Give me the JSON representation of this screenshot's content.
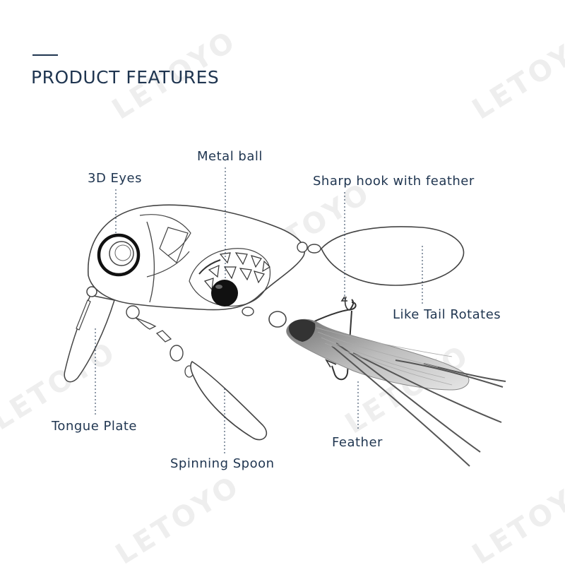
{
  "heading": "PRODUCT FEATURES",
  "watermark": "LETOYO",
  "callouts": {
    "eyes": "3D Eyes",
    "metal_ball": "Metal ball",
    "hook": "Sharp hook with feather",
    "tail": "Like Tail Rotates",
    "tongue": "Tongue Plate",
    "spoon": "Spinning Spoon",
    "feather": "Feather"
  },
  "colors": {
    "text": "#1f3550",
    "outline": "#444444",
    "watermark": "#eeeeee",
    "feather": "#999999"
  }
}
